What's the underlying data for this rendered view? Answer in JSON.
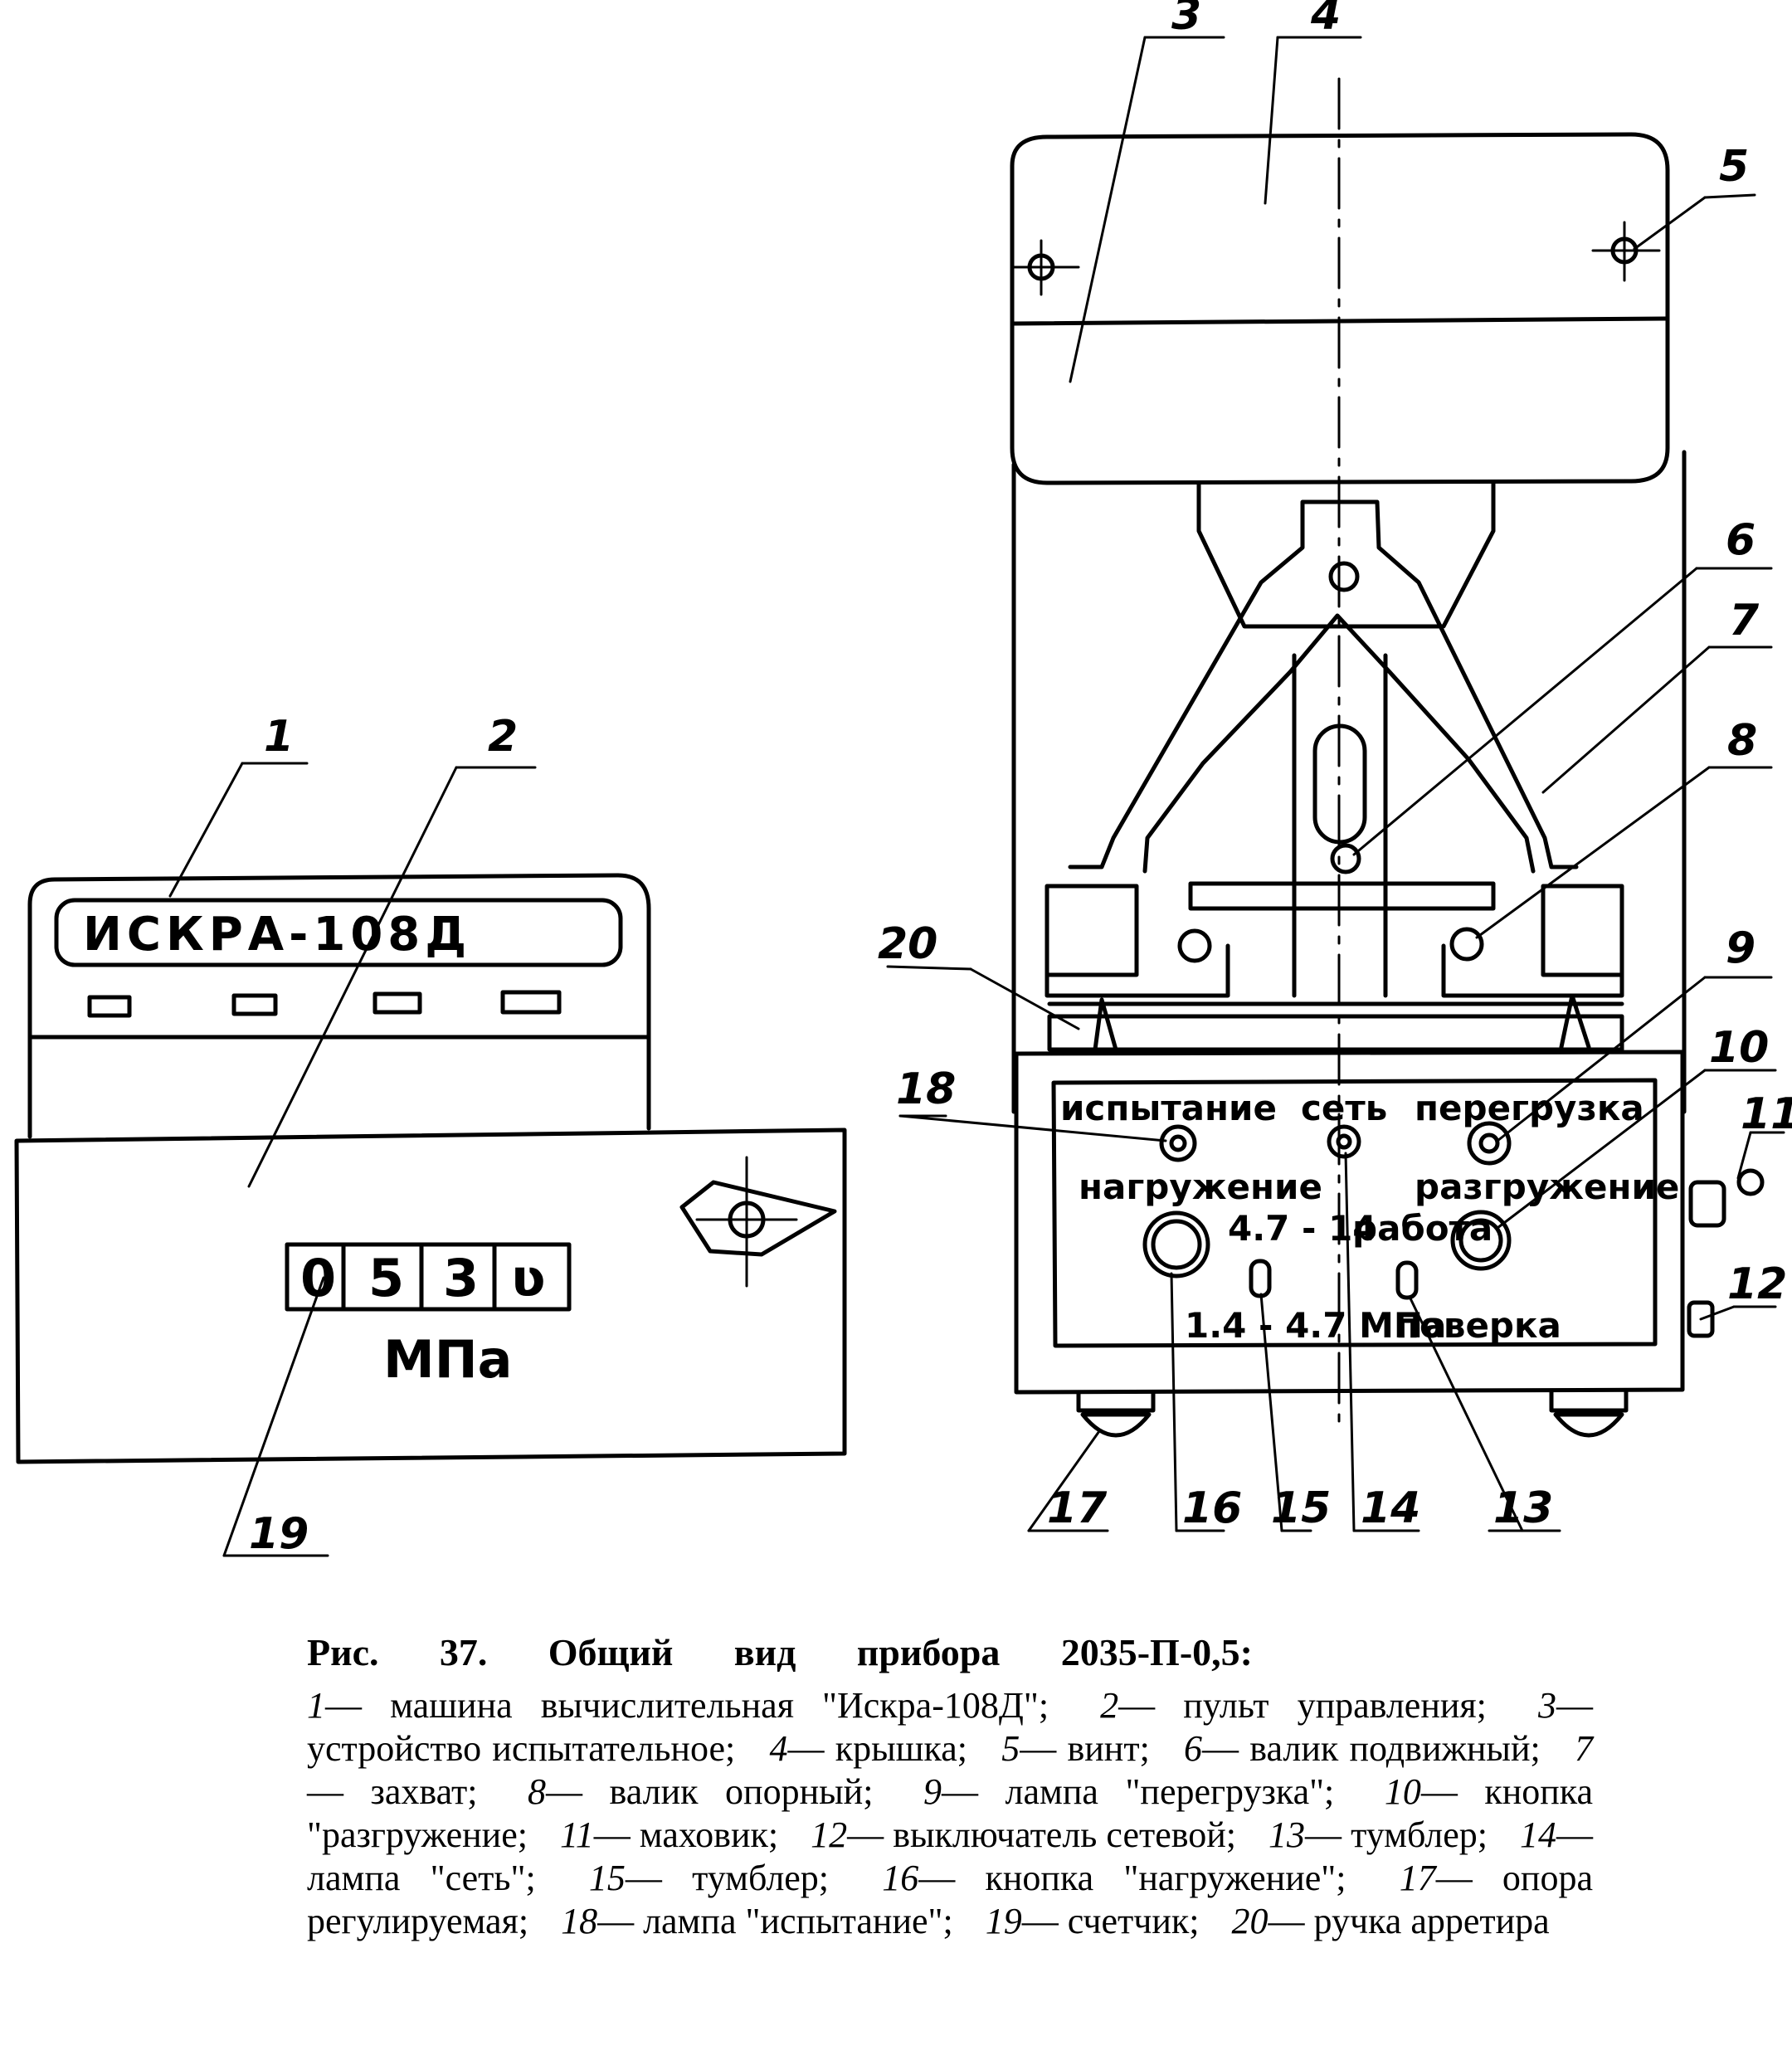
{
  "device_brand": "ИСКРА-108Д",
  "counter": {
    "digits": [
      "0",
      "5",
      "3",
      "ʋ"
    ],
    "unit": "МПа"
  },
  "panel_labels": {
    "test": "испытание",
    "network": "сеть",
    "overload": "перегрузка",
    "loading": "нагружение",
    "unloading": "разгружение",
    "range_high": "4.7 - 14",
    "range_low": "1.4 - 4.7 МПа",
    "work": "работа",
    "verify": "поверка"
  },
  "callouts": [
    "1",
    "2",
    "3",
    "4",
    "5",
    "6",
    "7",
    "8",
    "9",
    "10",
    "11",
    "12",
    "13",
    "14",
    "15",
    "16",
    "17",
    "18",
    "19",
    "20"
  ],
  "caption": {
    "title_words": [
      "Рис.",
      "37.",
      "Общий",
      "вид",
      "прибора",
      "2035-П-0,5:"
    ],
    "items": [
      {
        "n": "1",
        "text": "— машина вычислительная \"Искра-108Д\";"
      },
      {
        "n": "2",
        "text": "— пульт управления;"
      },
      {
        "n": "3",
        "text": "— устройство испытательное;"
      },
      {
        "n": "4",
        "text": "— крышка;"
      },
      {
        "n": "5",
        "text": "— винт;"
      },
      {
        "n": "6",
        "text": "— валик подвижный;"
      },
      {
        "n": "7",
        "text": "— захват;"
      },
      {
        "n": "8",
        "text": "— валик опорный;"
      },
      {
        "n": "9",
        "text": "— лампа \"перегрузка\";"
      },
      {
        "n": "10",
        "text": "— кнопка \"разгружение;"
      },
      {
        "n": "11",
        "text": "— маховик;"
      },
      {
        "n": "12",
        "text": "— выключатель сетевой;"
      },
      {
        "n": "13",
        "text": "— тумблер;"
      },
      {
        "n": "14",
        "text": "— лампа \"сеть\";"
      },
      {
        "n": "15",
        "text": "— тумблер;"
      },
      {
        "n": "16",
        "text": "— кнопка \"нагружение\";"
      },
      {
        "n": "17",
        "text": "— опора регулируемая;"
      },
      {
        "n": "18",
        "text": "— лампа \"испытание\";"
      },
      {
        "n": "19",
        "text": "— счетчик;"
      },
      {
        "n": "20",
        "text": "— ручка арретира"
      }
    ]
  }
}
